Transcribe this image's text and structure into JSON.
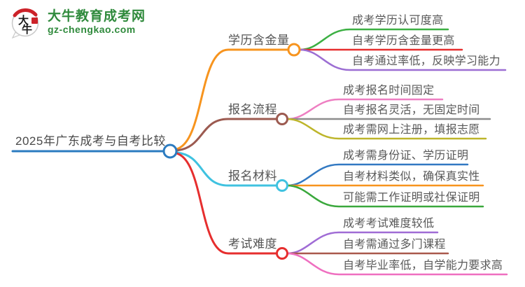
{
  "logo": {
    "icon_text": "大牛",
    "title": "大牛教育成考网",
    "subtitle": "gz-chengkao.com",
    "brand_green": "#2f8a3c",
    "brand_red": "#cc2229"
  },
  "mindmap": {
    "root": {
      "label": "2025年广东成考与自考比较",
      "color": "#2b7bc0"
    },
    "branches": [
      {
        "label": "学历含金量",
        "color": "#f7941e",
        "children": [
          {
            "label": "成考学历认可度高",
            "color": "#3cb043"
          },
          {
            "label": "自考学历含金量更高",
            "color": "#e62e2e"
          },
          {
            "label": "自考通过率低，反映学习能力",
            "color": "#9c6ed3"
          }
        ]
      },
      {
        "label": "报名流程",
        "color": "#9c5a50",
        "children": [
          {
            "label": "成考报名时间固定",
            "color": "#ee7fc2"
          },
          {
            "label": "自考报名灵活，无固定时间",
            "color": "#8c8c8c"
          },
          {
            "label": "成考需网上注册，填报志愿",
            "color": "#bdb52a"
          }
        ]
      },
      {
        "label": "报名材料",
        "color": "#3fc2e0",
        "children": [
          {
            "label": "成考需身份证、学历证明",
            "color": "#3279c2"
          },
          {
            "label": "自考材料类似，确保真实性",
            "color": "#f7941e"
          },
          {
            "label": "可能需工作证明或社保证明",
            "color": "#3aa83c"
          }
        ]
      },
      {
        "label": "考试难度",
        "color": "#e62e2e",
        "children": [
          {
            "label": "成考考试难度较低",
            "color": "#a06cd5"
          },
          {
            "label": "自考需通过多门课程",
            "color": "#a9594c"
          },
          {
            "label": "自考毕业率低，自学能力要求高",
            "color": "#ef6fc0"
          }
        ]
      }
    ]
  }
}
